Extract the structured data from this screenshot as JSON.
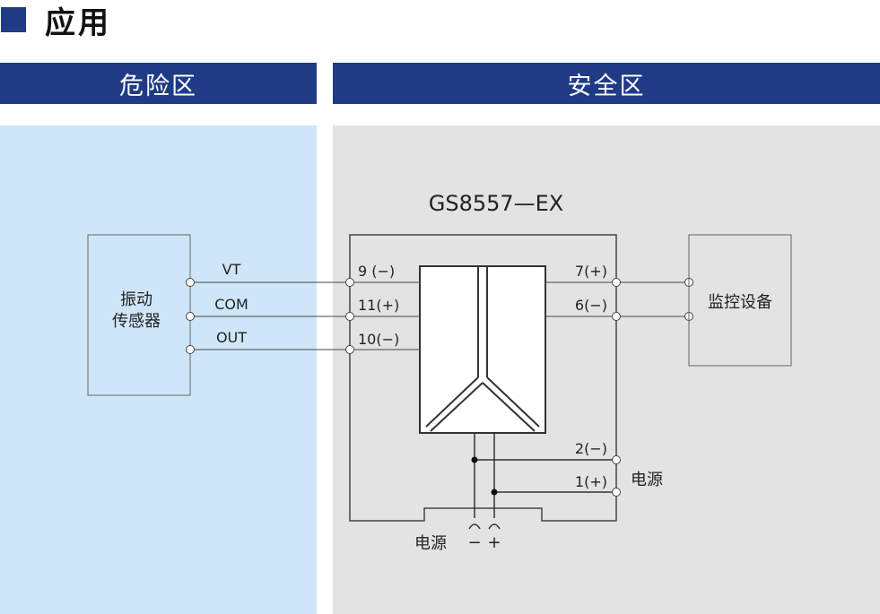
{
  "title": "应用",
  "zones": {
    "hazard": "危险区",
    "safe": "安全区"
  },
  "isolator": {
    "model": "GS8557—EX",
    "left_terminals": [
      "9 (−)",
      "11(+)",
      "10(−)"
    ],
    "right_terminals": [
      "7(+)",
      "6(−)"
    ],
    "power_terminals": [
      "2(−)",
      "1(+)"
    ],
    "power_label": "电源",
    "bottom_power_label": "电源",
    "bottom_minus": "−",
    "bottom_plus": "+"
  },
  "sensor": {
    "line1": "振动",
    "line2": "传感器"
  },
  "signals": [
    "VT",
    "COM",
    "OUT"
  ],
  "monitor": "监控设备",
  "colors": {
    "header": "#1f3b86",
    "hazard_bg": "#cfe6f8",
    "safe_bg": "#e3e3e3"
  }
}
